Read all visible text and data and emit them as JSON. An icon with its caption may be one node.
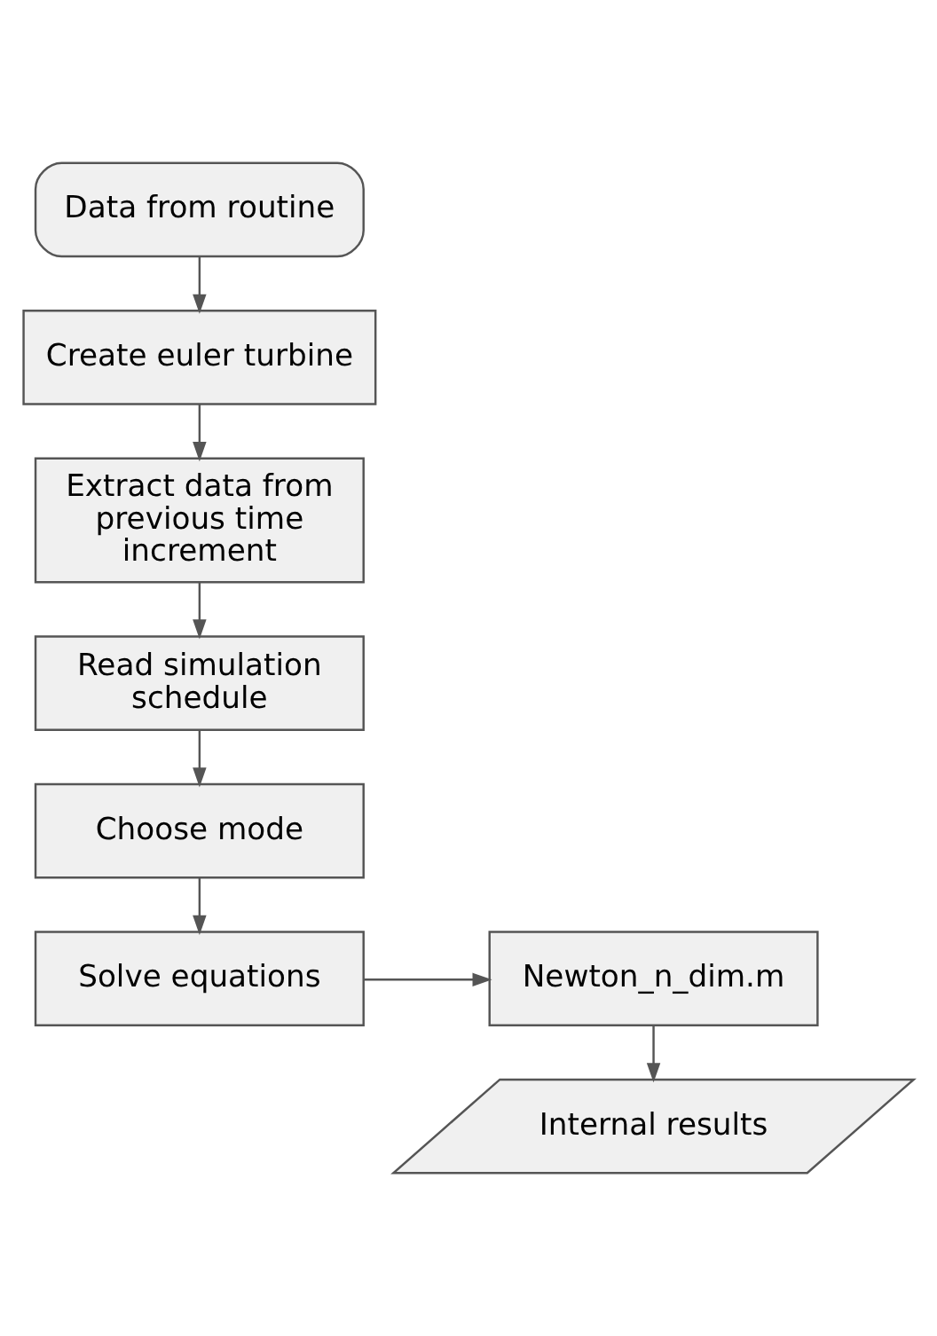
{
  "diagram": {
    "nodes": [
      {
        "text": [
          "Data from routine"
        ]
      },
      {
        "text": [
          "Create euler turbine"
        ]
      },
      {
        "text": [
          "Extract data from previous time increment"
        ]
      },
      {
        "text": [
          "Read simulation schedule"
        ]
      },
      {
        "text": [
          "Choose mode"
        ]
      },
      {
        "text": [
          "Solve equations"
        ]
      },
      {
        "text": [
          "Newton_n_dim.m"
        ]
      },
      {
        "text": [
          "Internal results"
        ]
      }
    ],
    "edges": [
      {
        "from": 0,
        "to": 1,
        "arrow": "to"
      },
      {
        "from": 1,
        "to": 2,
        "arrow": "to"
      },
      {
        "from": 2,
        "to": 3,
        "arrow": "to"
      },
      {
        "from": 3,
        "to": 4,
        "arrow": "to"
      },
      {
        "from": 4,
        "to": 5,
        "arrow": "to"
      },
      {
        "from": 5,
        "to": 6,
        "arrow": "to"
      },
      {
        "from": 6,
        "to": 7,
        "arrow": "to"
      }
    ]
  }
}
